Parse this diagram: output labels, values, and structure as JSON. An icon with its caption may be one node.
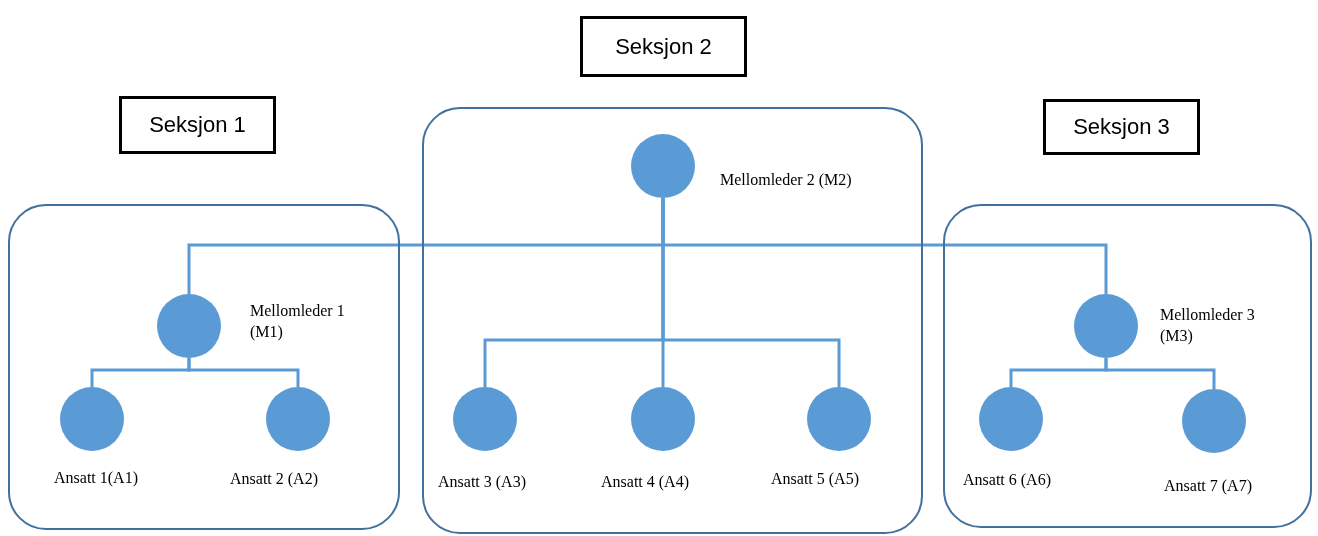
{
  "diagram": {
    "nodes": [
      {
        "text": [
          "Seksjon 1"
        ]
      },
      {
        "text": [],
        "shape": "box"
      },
      {
        "text": [],
        "shape": "circle",
        "in": 1,
        "beside": [
          "Mellomleder 1 (M1)"
        ]
      },
      {
        "text": [],
        "shape": "circle",
        "in": 1,
        "beside": [
          "Ansatt 1(A1)"
        ]
      },
      {
        "text": [],
        "shape": "circle",
        "in": 1,
        "beside": [
          "Ansatt 2 (A2)"
        ]
      },
      {
        "text": [
          "Seksjon 2"
        ]
      },
      {
        "text": [],
        "shape": "box"
      },
      {
        "text": [],
        "shape": "circle",
        "in": 6,
        "beside": [
          "Mellomleder 2 (M2)"
        ]
      },
      {
        "text": [],
        "shape": "circle",
        "in": 6,
        "beside": [
          "Ansatt 3 (A3)"
        ]
      },
      {
        "text": [],
        "shape": "circle",
        "in": 6,
        "beside": [
          "Ansatt 4 (A4)"
        ]
      },
      {
        "text": [],
        "shape": "circle",
        "in": 6,
        "beside": [
          "Ansatt 5 (A5)"
        ]
      },
      {
        "text": [
          "Seksjon 3"
        ]
      },
      {
        "text": [],
        "shape": "box"
      },
      {
        "text": [],
        "shape": "circle",
        "in": 12,
        "beside": [
          "Mellomleder 3 (M3)"
        ]
      },
      {
        "text": [],
        "shape": "circle",
        "in": 12,
        "beside": [
          "Ansatt 6 (A6)"
        ]
      },
      {
        "text": [],
        "shape": "circle",
        "in": 12,
        "beside": [
          "Ansatt 7 (A7)"
        ]
      }
    ],
    "edges": [
      {
        "from": 7,
        "to": 2,
        "arrow": "none"
      },
      {
        "from": 7,
        "to": 13,
        "arrow": "none"
      },
      {
        "from": 7,
        "to": 8,
        "arrow": "none"
      },
      {
        "from": 7,
        "to": 9,
        "arrow": "none"
      },
      {
        "from": 7,
        "to": 10,
        "arrow": "none"
      },
      {
        "from": 2,
        "to": 3,
        "arrow": "none"
      },
      {
        "from": 2,
        "to": 4,
        "arrow": "none"
      },
      {
        "from": 13,
        "to": 14,
        "arrow": "none"
      },
      {
        "from": 13,
        "to": 15,
        "arrow": "none"
      }
    ]
  }
}
